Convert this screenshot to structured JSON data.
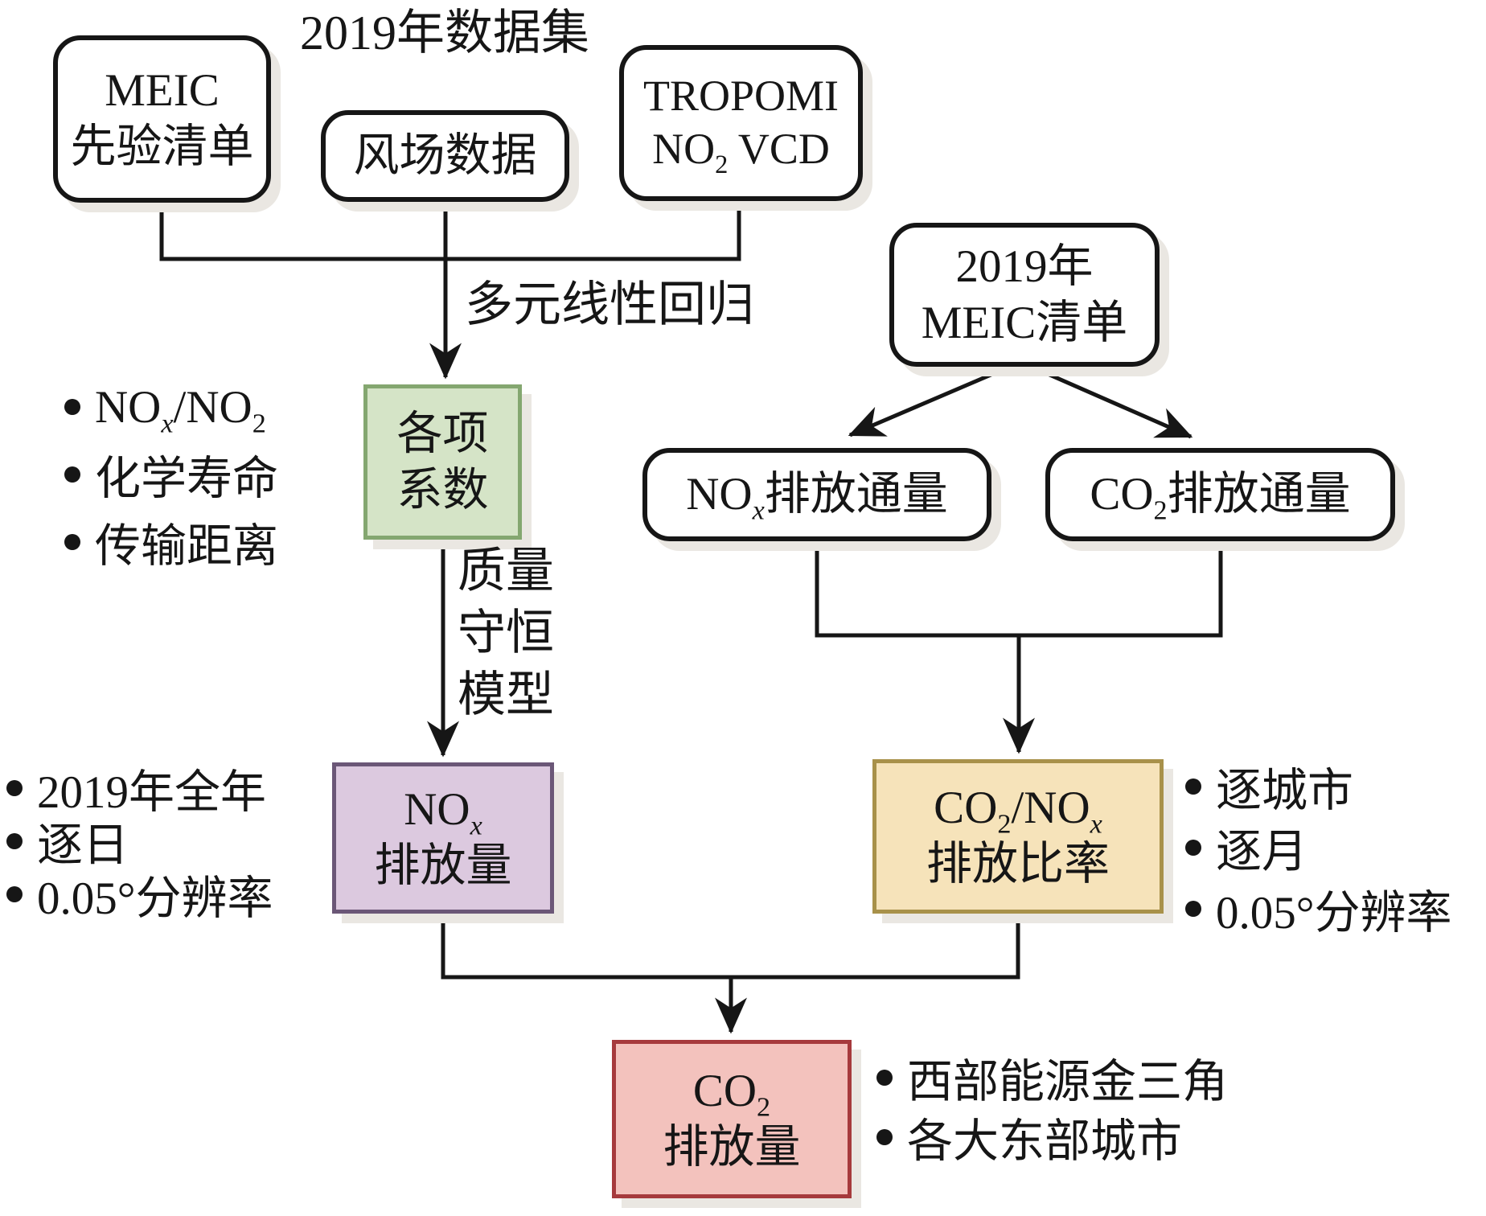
{
  "title": "2019年数据集",
  "boxes": {
    "meic_prior": {
      "line1": "MEIC",
      "line2": "先验清单"
    },
    "wind_field": {
      "line1": "风场数据"
    },
    "tropomi": {
      "line1": "TROPOMI",
      "l2a": "NO",
      "l2sub": "2",
      "l2b": " VCD"
    },
    "meic_2019": {
      "line1": "2019年",
      "line2": "MEIC清单"
    },
    "nox_flux": {
      "a": "NO",
      "sub": "x",
      "b": "排放通量"
    },
    "co2_flux": {
      "a": "CO",
      "sub": "2",
      "b": "排放通量"
    },
    "coefficients": {
      "line1": "各项",
      "line2": "系数"
    },
    "nox_emission": {
      "l1a": "NO",
      "l1sub": "x",
      "line2": "排放量"
    },
    "ratio": {
      "l1a": "CO",
      "l1s1": "2",
      "l1b": "/NO",
      "l1s2": "x",
      "line2": "排放比率"
    },
    "co2_emission": {
      "l1a": "CO",
      "l1sub": "2",
      "line2": "排放量"
    }
  },
  "labels": {
    "regression": "多元线性回归",
    "mass_model": [
      "质量",
      "守恒",
      "模型"
    ]
  },
  "lists": {
    "coef_notes": {
      "item1": {
        "a": "NO",
        "s1": "x",
        "b": "/NO",
        "s2": "2"
      },
      "item2": "化学寿命",
      "item3": "传输距离"
    },
    "nox_notes": [
      "2019年全年",
      "逐日",
      "0.05°分辨率"
    ],
    "ratio_notes": [
      "逐城市",
      "逐月",
      "0.05°分辨率"
    ],
    "co2_notes": [
      "西部能源金三角",
      "各大东部城市"
    ]
  },
  "colors": {
    "line_color": "#161616",
    "shadow_color": "#eae7e2",
    "green_fill": "#d5e4c7",
    "green_border": "#84a770",
    "purple_fill": "#dcc9df",
    "purple_border": "#6b5777",
    "yellow_fill": "#f6e3ba",
    "yellow_border": "#a8914a",
    "red_fill": "#f3c2bd",
    "red_border": "#a63a3d"
  }
}
